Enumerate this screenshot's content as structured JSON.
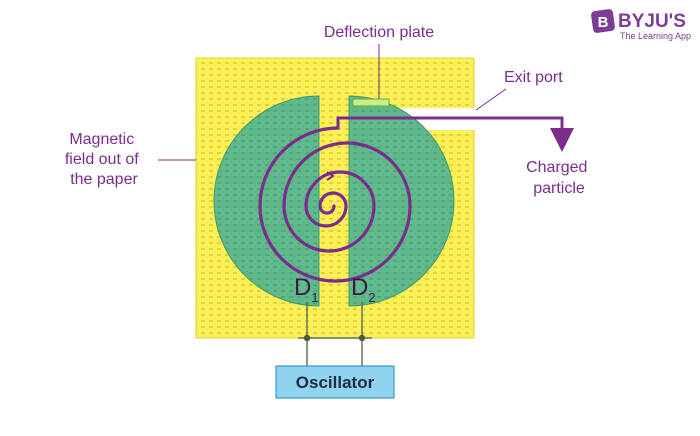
{
  "brand": {
    "logo_letter": "B",
    "name": "BYJU'S",
    "tagline": "The Learning App",
    "color": "#7b3d96"
  },
  "labels": {
    "deflection_plate": "Deflection plate",
    "exit_port": "Exit port",
    "magnetic_field_line1": "Magnetic",
    "magnetic_field_line2": "field out of",
    "magnetic_field_line3": "the paper",
    "charged_particle_line1": "Charged",
    "charged_particle_line2": "particle",
    "dee1_letter": "D",
    "dee1_sub": "1",
    "dee2_letter": "D",
    "dee2_sub": "2",
    "oscillator": "Oscillator"
  },
  "colors": {
    "field_fill": "#fbf05a",
    "field_dash": "#c9b800",
    "dee_fill": "#5fb98a",
    "dee_dash": "#3f9a6e",
    "path": "#7b2d8e",
    "plate": "#c8f08a",
    "oscillator_fill": "#8fd3ee",
    "oscillator_stroke": "#3a98c4",
    "wire": "#5a6e50",
    "text": "#7b2d8e"
  }
}
